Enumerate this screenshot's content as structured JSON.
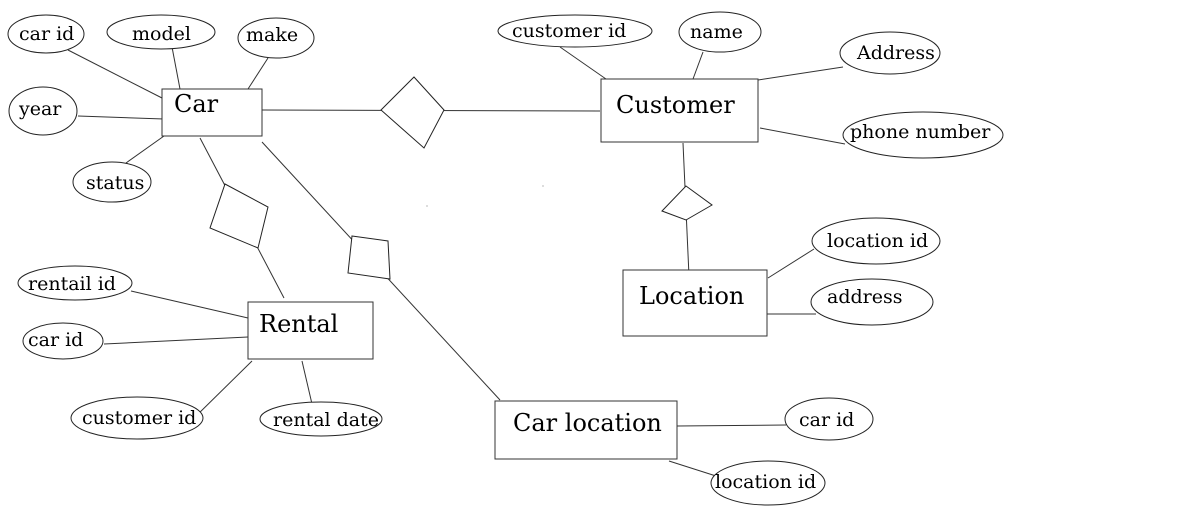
{
  "entities": {
    "car": "Car",
    "customer": "Customer",
    "rental": "Rental",
    "location": "Location",
    "car_location": "Car location"
  },
  "attributes": {
    "car_id": "car id",
    "car_model": "model",
    "car_make": "make",
    "car_year": "year",
    "car_status": "status",
    "customer_id": "customer id",
    "customer_name": "name",
    "customer_address": "Address",
    "customer_phone": "phone number",
    "location_id": "location id",
    "location_address": "address",
    "rental_id": "rentail id",
    "rental_car_id": "car id",
    "rental_customer_id": "customer id",
    "rental_date": "rental date",
    "carloc_car_id": "car id",
    "carloc_location_id": "location id"
  }
}
